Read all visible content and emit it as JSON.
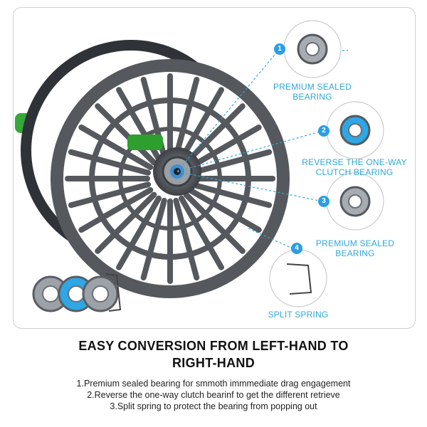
{
  "callouts": [
    {
      "num": "1",
      "label_line1": "PREMIUM SEALED",
      "label_line2": "BEARING"
    },
    {
      "num": "2",
      "label_line1": "REVERSE THE ONE-WAY",
      "label_line2": "CLUTCH BEARING"
    },
    {
      "num": "3",
      "label_line1": "PREMIUM SEALED",
      "label_line2": "BEARING"
    },
    {
      "num": "4",
      "label_line1": "SPLIT SPRING",
      "label_line2": ""
    }
  ],
  "title_line1": "EASY CONVERSION FROM LEFT-HAND TO",
  "title_line2": "RIGHT-HAND",
  "features": [
    "1.Premium sealed bearing for smmoth immmediate drag engagement",
    "2.Reverse the one-way clutch bearinf to get the different retrieve",
    "3.Split spring to protect the bearing from popping out"
  ],
  "colors": {
    "accent": "#2fa8d8",
    "reel": "#4a4d52",
    "spindle": "#2e9e2e"
  }
}
